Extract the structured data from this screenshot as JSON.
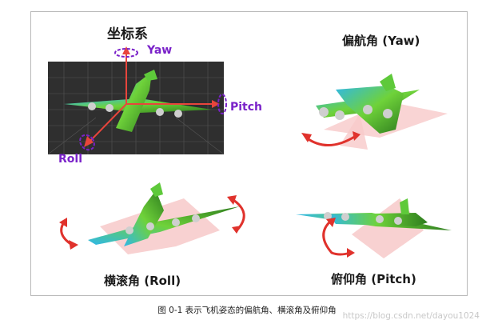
{
  "title_coord": "坐标系",
  "title_yaw": "偏航角 (Yaw)",
  "title_roll": "横滚角 (Roll)",
  "title_pitch": "俯仰角 (Pitch)",
  "axis_yaw": "Yaw",
  "axis_pitch": "Pitch",
  "axis_roll": "Roll",
  "caption": "图 0-1 表示飞机姿态的偏航角、横滚角及俯仰角",
  "watermark": "https://blog.csdn.net/dayou1024",
  "colors": {
    "axis_red": "#e8453c",
    "axis_purple": "#7a22c9",
    "arrow_red": "#e0322c",
    "ghost_pink": "#f7c9c9",
    "grid_bg": "#2f2f2f"
  }
}
